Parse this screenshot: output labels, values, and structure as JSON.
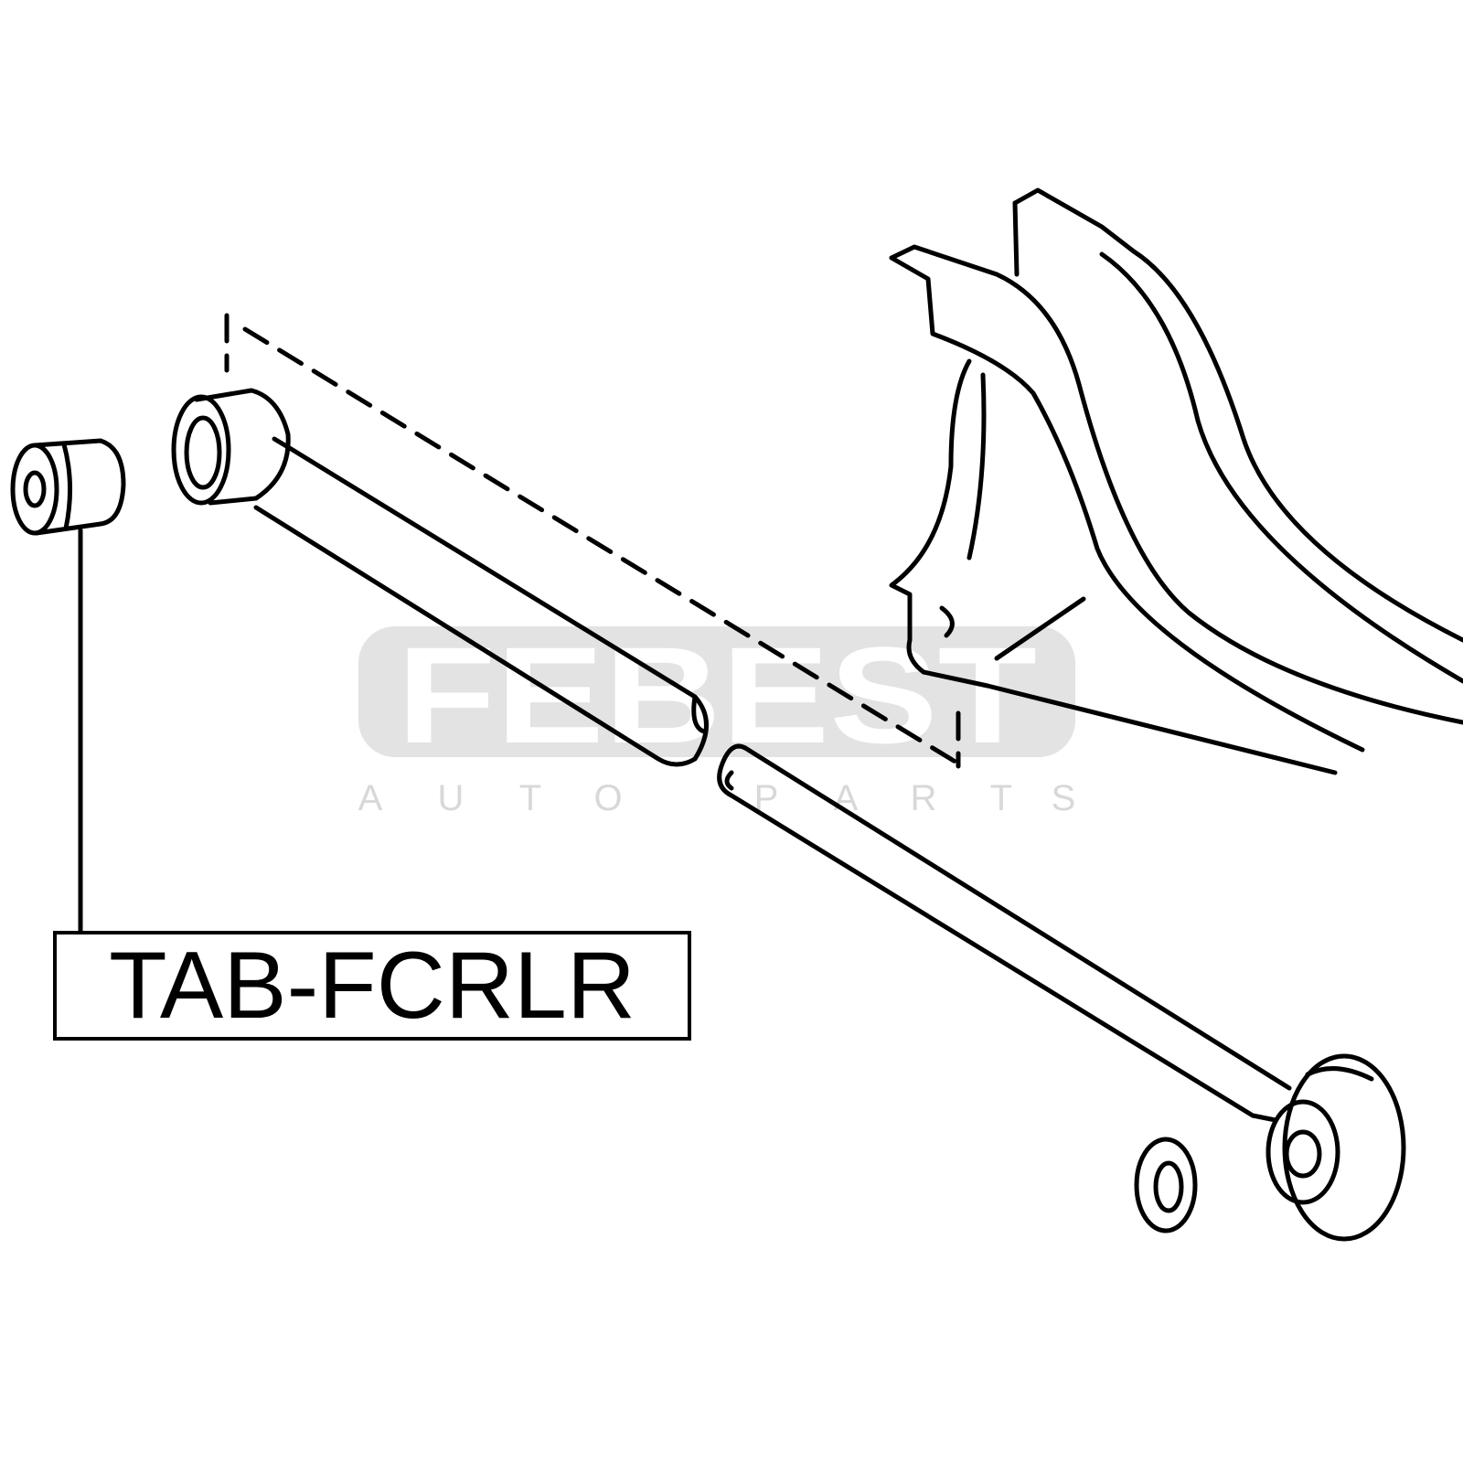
{
  "part_number": "TAB-FCRLR",
  "watermark": {
    "brand": "FEBEST",
    "tagline_letters": [
      "A",
      "U",
      "T",
      "O",
      "P",
      "A",
      "R",
      "T",
      "S"
    ]
  },
  "colors": {
    "line": "#000000",
    "watermark_bg": "#e3e3e3",
    "watermark_sub": "#d8d8d8"
  }
}
